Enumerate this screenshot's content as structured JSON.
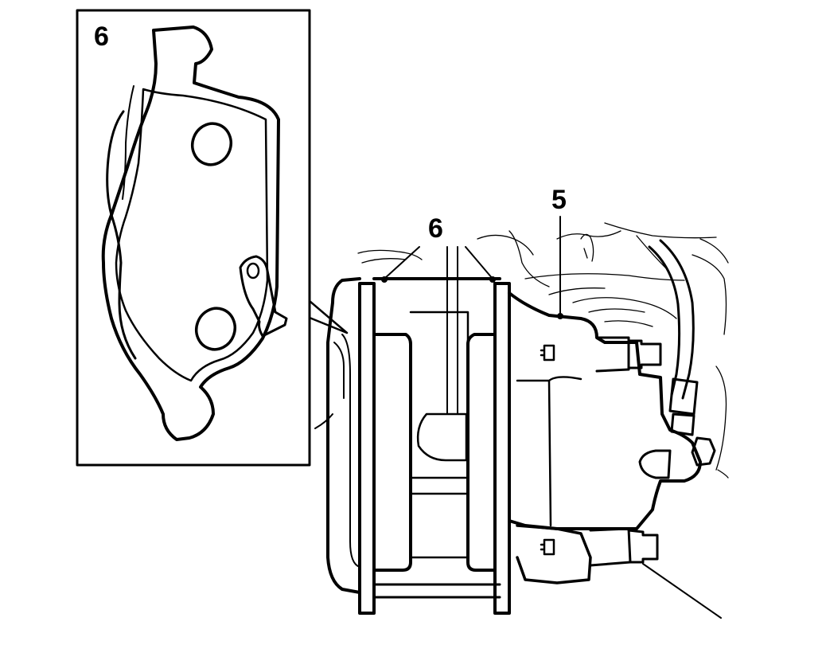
{
  "labels": {
    "inset_callout": "6",
    "pad_callout": "6",
    "caliper_callout": "5"
  },
  "colors": {
    "line": "#000000",
    "background": "#ffffff"
  }
}
